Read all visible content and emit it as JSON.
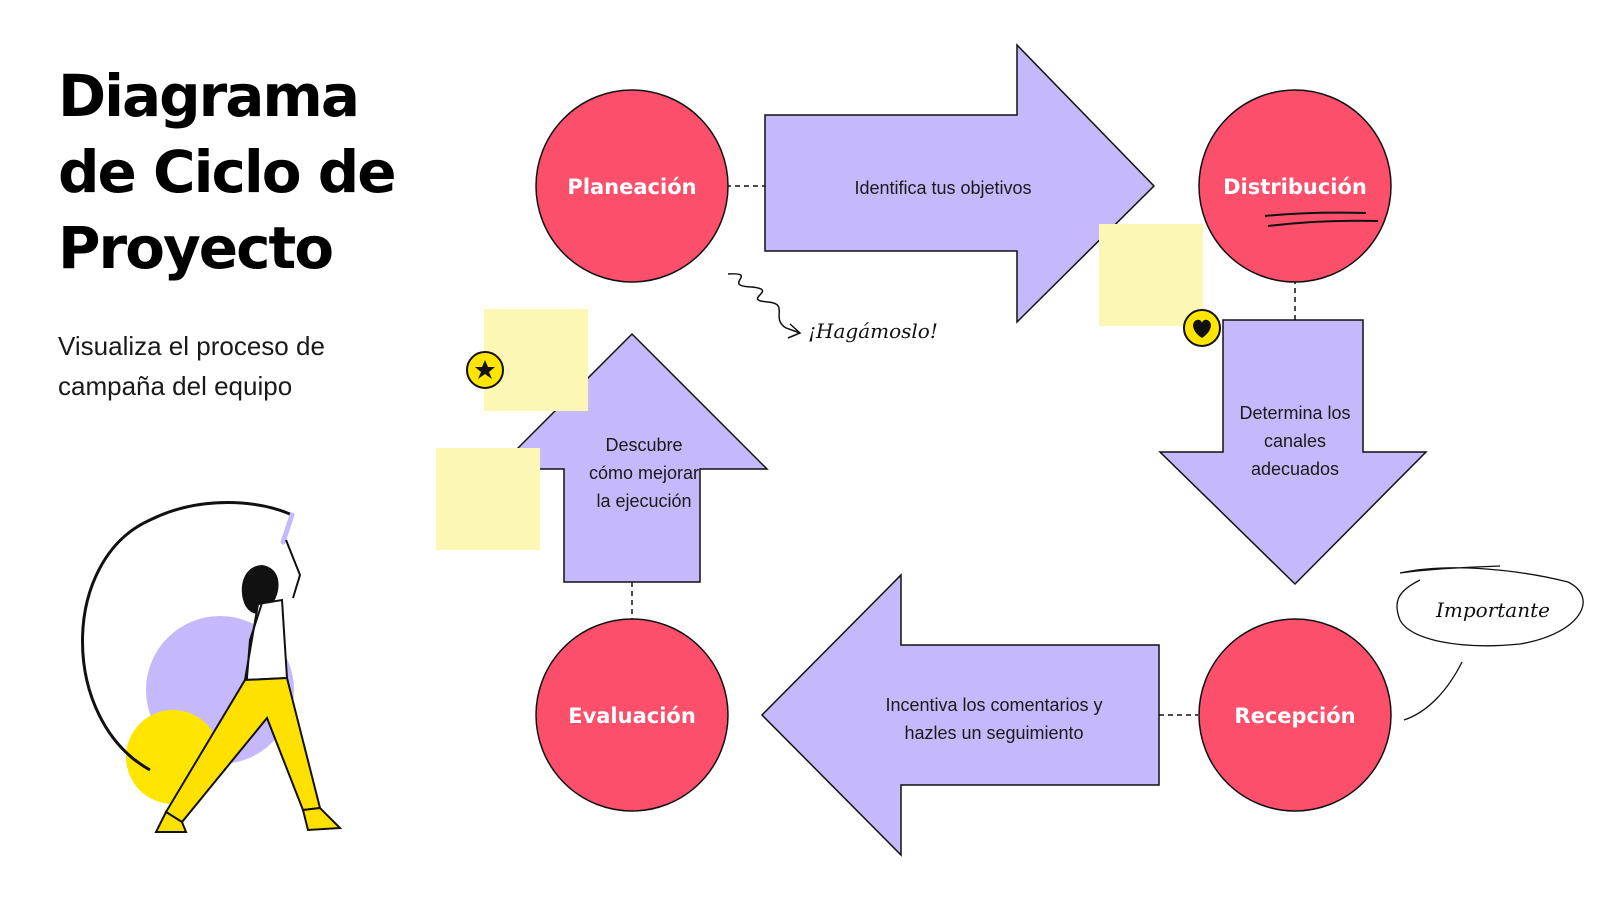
{
  "title_lines": [
    "Diagrama",
    "de Ciclo de",
    "Proyecto"
  ],
  "subtitle_lines": [
    "Visualiza el proceso de",
    "campaña del equipo"
  ],
  "stages": {
    "planeacion": "Planeación",
    "distribucion": "Distribución",
    "recepcion": "Recepción",
    "evaluacion": "Evaluación"
  },
  "arrows": {
    "top": [
      "Identifica tus objetivos"
    ],
    "right": [
      "Determina los",
      "canales",
      "adecuados"
    ],
    "bottom": [
      "Incentiva los comentarios y",
      "hazles un seguimiento"
    ],
    "left": [
      "Descubre",
      "cómo mejorar",
      "la ejecución"
    ]
  },
  "annotations": {
    "hagamoslo": "¡Hagámoslo!",
    "importante": "Importante"
  },
  "colors": {
    "circle": "#fb4f6b",
    "arrow": "#c6b9fb",
    "sticky": "#fdf7b6",
    "badge": "#ffe500",
    "person_pants": "#ffe100",
    "bg_circle_purple": "#c6b9fb",
    "bg_circle_yellow": "#ffe500"
  },
  "icons": {
    "sticky_badge_1": "star-icon",
    "sticky_badge_2": "heart-icon"
  }
}
